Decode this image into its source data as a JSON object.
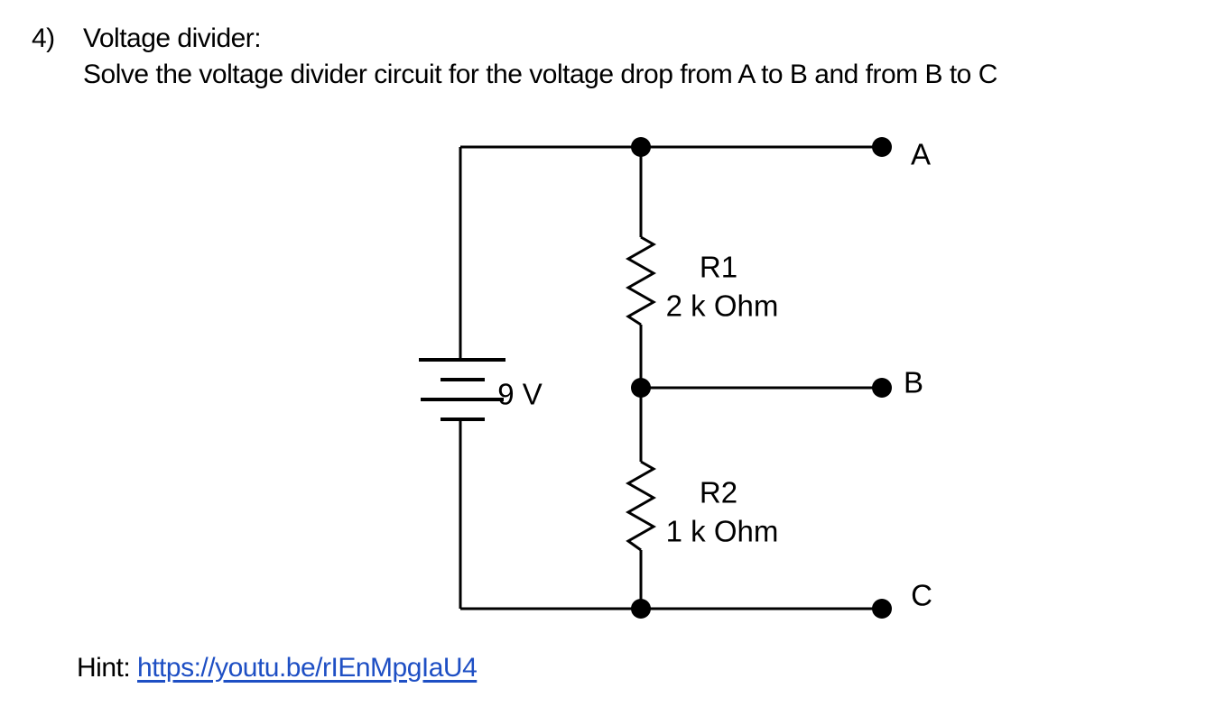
{
  "page": {
    "background": "#ffffff",
    "text_color": "#000000"
  },
  "problem": {
    "number": "4)",
    "title": "Voltage divider:",
    "prompt": "Solve the voltage divider circuit for the voltage drop from A to B and from B to C"
  },
  "circuit": {
    "battery": {
      "label": "9 V"
    },
    "resistors": [
      {
        "name": "R1",
        "value": "2 k Ohm"
      },
      {
        "name": "R2",
        "value": "1 k Ohm"
      }
    ],
    "terminals": [
      {
        "label": "A"
      },
      {
        "label": "B"
      },
      {
        "label": "C"
      }
    ],
    "wire_color": "#000000"
  },
  "hint": {
    "label": "Hint:",
    "link_text": "https://youtu.be/rIEnMpgIaU4",
    "link_color": "#1e4fc4"
  }
}
